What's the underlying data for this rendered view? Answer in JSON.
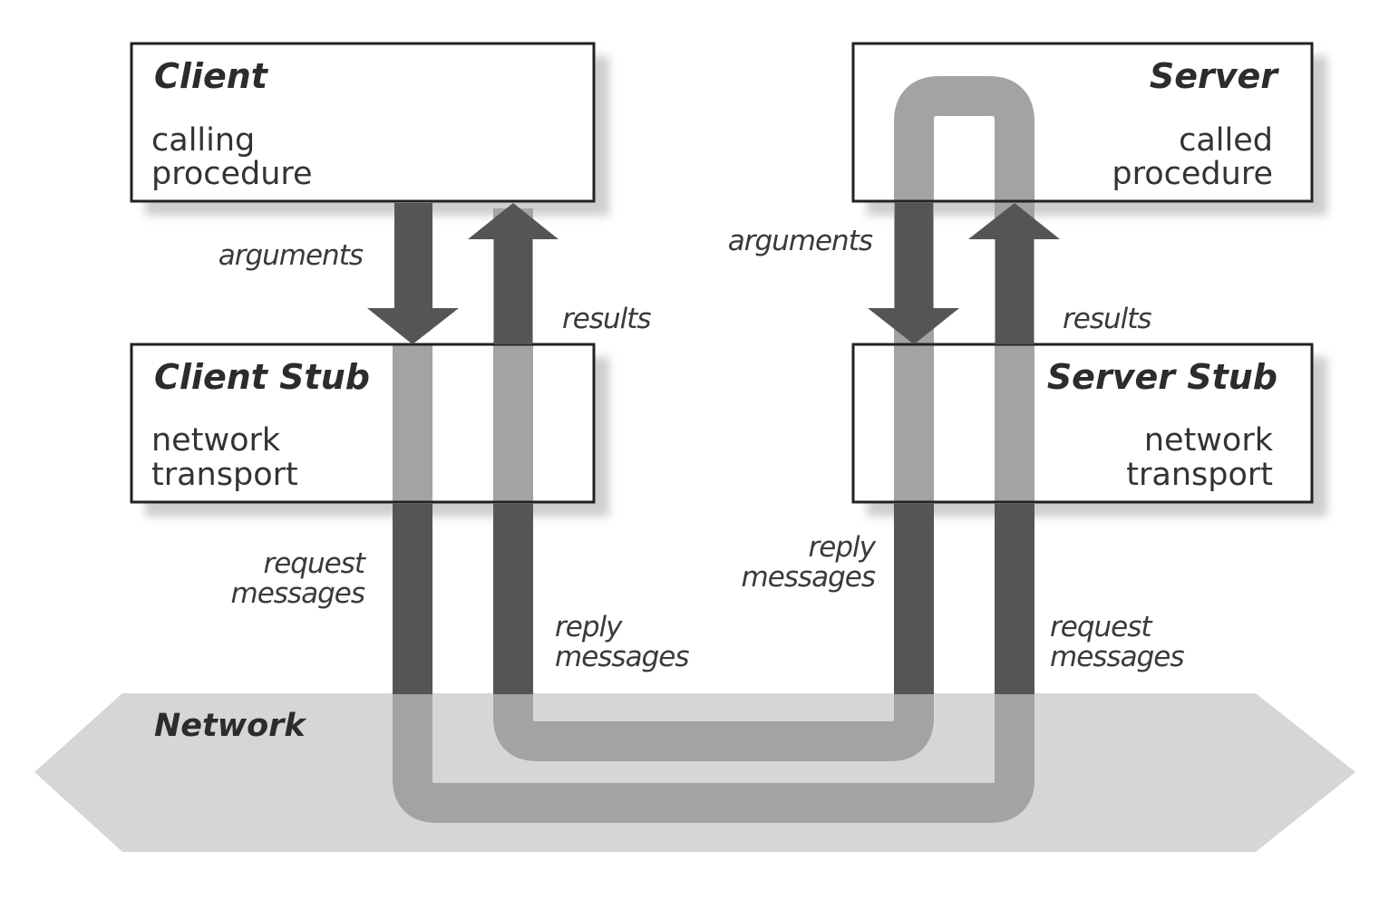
{
  "client": {
    "title": "Client",
    "line1": "calling",
    "line2": "procedure"
  },
  "server": {
    "title": "Server",
    "line1": "called",
    "line2": "procedure"
  },
  "client_stub": {
    "title": "Client Stub",
    "line1": "network",
    "line2": "transport"
  },
  "server_stub": {
    "title": "Server Stub",
    "line1": "network",
    "line2": "transport"
  },
  "network": {
    "label": "Network"
  },
  "labels": {
    "client_arguments": "arguments",
    "client_results": "results",
    "server_arguments": "arguments",
    "server_results": "results",
    "client_request_1": "request",
    "client_request_2": "messages",
    "client_reply_1": "reply",
    "client_reply_2": "messages",
    "server_reply_1": "reply",
    "server_reply_2": "messages",
    "server_request_1": "request",
    "server_request_2": "messages"
  },
  "colors": {
    "dark_arrow": "#555555",
    "light_loop": "#a3a3a5",
    "network_band": "#d6d6d6",
    "box_border": "#222222",
    "box_shadow": "#cfcfcf"
  }
}
